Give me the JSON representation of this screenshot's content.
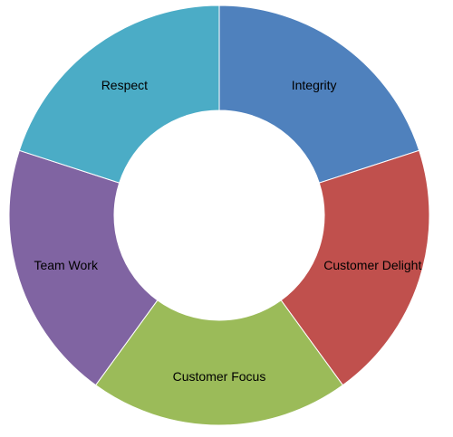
{
  "chart_data": {
    "type": "pie",
    "variant": "doughnut",
    "title": "",
    "legend": "none",
    "start_angle": "12 o'clock",
    "direction": "clockwise",
    "slices": [
      {
        "label": "Integrity",
        "value": 20,
        "color": "#4F81BD"
      },
      {
        "label": "Customer Delight",
        "value": 20,
        "color": "#C0504D"
      },
      {
        "label": "Customer Focus",
        "value": 20,
        "color": "#9BBB59"
      },
      {
        "label": "Team Work",
        "value": 20,
        "color": "#8064A2"
      },
      {
        "label": "Respect",
        "value": 20,
        "color": "#4BACC6"
      }
    ]
  }
}
